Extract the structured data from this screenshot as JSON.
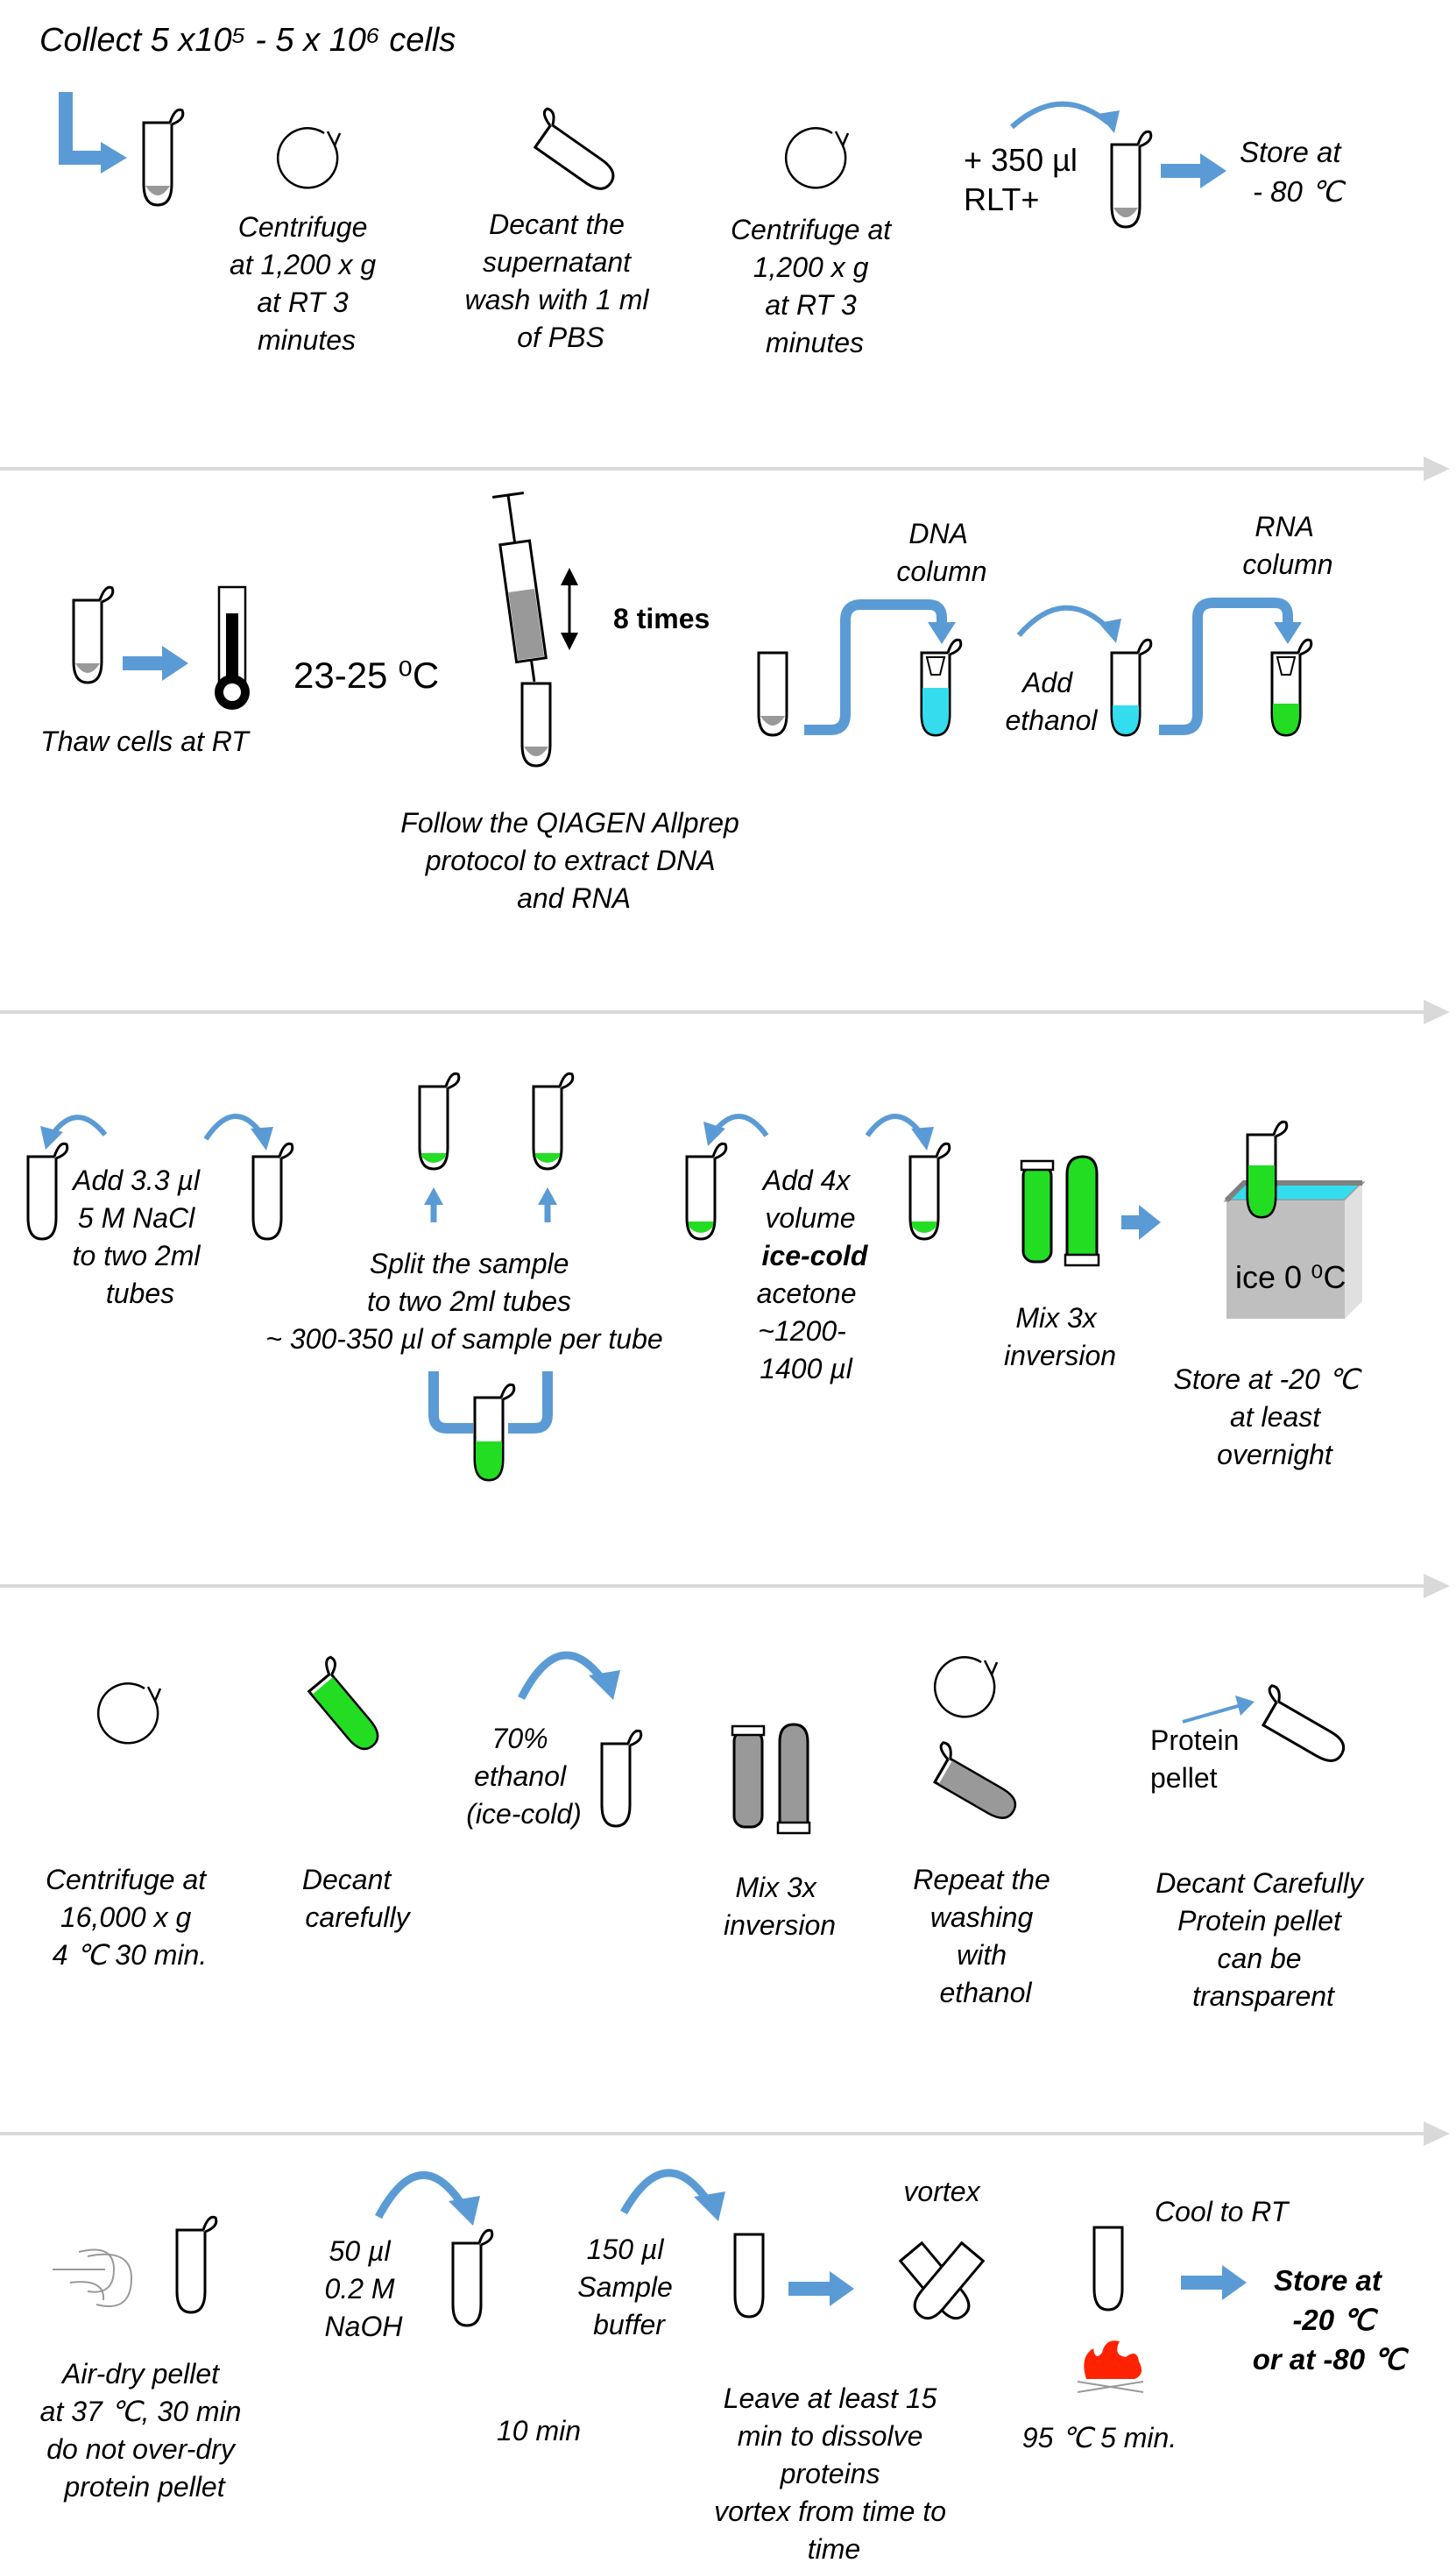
{
  "header": {
    "collect": "Collect 5 x10⁵ - 5 x 10⁶ cells"
  },
  "row1": {
    "centrifuge1": [
      "Centrifuge",
      "at 1,200 x g",
      "at RT 3",
      "minutes"
    ],
    "decant": [
      "Decant  the",
      "supernatant",
      "wash  with  1 ml",
      "of PBS"
    ],
    "centrifuge2": [
      "Centrifuge  at",
      "1,200 x g",
      "at RT 3",
      "minutes"
    ],
    "add_rlt": [
      "+ 350 µl",
      "RLT+"
    ],
    "store": [
      "Store at",
      "- 80  ℃"
    ]
  },
  "row2": {
    "thaw": "Thaw  cells at RT",
    "temperature": "23-25 ⁰C",
    "times": "8 times",
    "follow": [
      "Follow  the QIAGEN Allprep",
      "protocol to extract DNA",
      "and RNA"
    ],
    "dna_column": [
      "DNA",
      "column"
    ],
    "add_ethanol": [
      "Add",
      "ethanol"
    ],
    "rna_column": [
      "RNA",
      "column"
    ]
  },
  "row3": {
    "nacl": [
      "Add 3.3 µl",
      "5 M NaCl",
      "to two 2ml",
      "tubes"
    ],
    "split": [
      "Split  the sample",
      "to two  2ml tubes",
      "~ 300-350  µl of sample per tube"
    ],
    "acetone_pre": [
      "Add 4x",
      "volume"
    ],
    "acetone_bold": "ice-cold",
    "acetone_post": [
      "acetone",
      "~1200-",
      "1400 µl"
    ],
    "mix": [
      "Mix  3x",
      "inversion"
    ],
    "ice": "ice 0 ⁰C",
    "store": [
      "Store at -20  ℃",
      "at least",
      "overnight"
    ]
  },
  "row4": {
    "centrifuge": [
      "Centrifuge  at",
      "16,000 x g",
      "4  ℃ 30 min."
    ],
    "decant": [
      "Decant",
      "carefully"
    ],
    "ethanol": [
      "70%",
      "ethanol",
      "(ice-cold)"
    ],
    "mix": [
      "Mix  3x",
      "inversion"
    ],
    "repeat": [
      "Repeat  the",
      "washing",
      "with",
      "ethanol"
    ],
    "protein_pellet": [
      "Protein",
      "pellet"
    ],
    "decant_carefully": [
      "Decant  Carefully",
      "Protein pellet",
      "can be",
      "transparent"
    ]
  },
  "row5": {
    "airdry": [
      "Air-dry  pellet",
      "at 37  ℃, 30 min",
      "do not over-dry",
      "protein  pellet"
    ],
    "naoh": [
      "50 µl",
      "0.2 M",
      "NaOH"
    ],
    "ten_min": "10 min",
    "sample_buffer": [
      "150 µl",
      "Sample",
      "buffer"
    ],
    "leave": [
      "Leave  at least 15",
      "min to dissolve",
      "proteins",
      "vortex  from time to",
      "time"
    ],
    "vortex": "vortex",
    "heat": "95  ℃ 5 min.",
    "cool": "Cool to RT",
    "store": [
      "Store at",
      "-20  ℃",
      "or at -80  ℃"
    ]
  },
  "colors": {
    "arrow": "#5B9BD5",
    "cyan": "#33DDEE",
    "green": "#22DD22",
    "gray": "#999999",
    "flame": "#FF2200"
  }
}
